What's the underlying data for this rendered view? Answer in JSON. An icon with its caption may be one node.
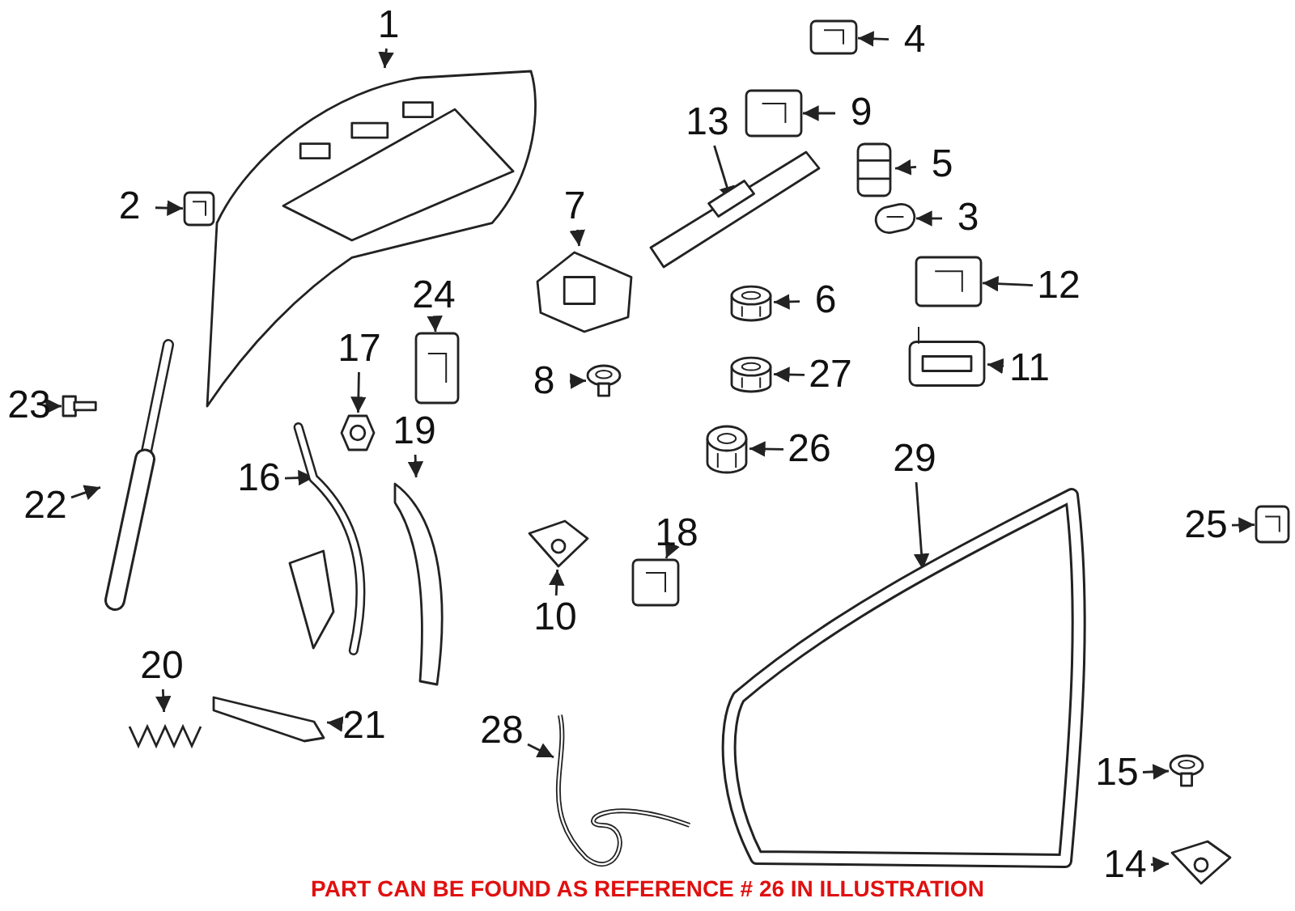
{
  "diagram": {
    "caption": "PART CAN BE FOUND AS REFERENCE # 26 IN ILLUSTRATION",
    "nodes": [
      {
        "text": [
          "1"
        ]
      },
      {
        "text": [
          "2"
        ]
      },
      {
        "text": [
          "3"
        ]
      },
      {
        "text": [
          "4"
        ]
      },
      {
        "text": [
          "5"
        ]
      },
      {
        "text": [
          "6"
        ]
      },
      {
        "text": [
          "7"
        ]
      },
      {
        "text": [
          "8"
        ]
      },
      {
        "text": [
          "9"
        ]
      },
      {
        "text": [
          "10"
        ]
      },
      {
        "text": [
          "11"
        ]
      },
      {
        "text": [
          "12"
        ]
      },
      {
        "text": [
          "13"
        ]
      },
      {
        "text": [
          "14"
        ]
      },
      {
        "text": [
          "15"
        ]
      },
      {
        "text": [
          "16"
        ]
      },
      {
        "text": [
          "17"
        ]
      },
      {
        "text": [
          "18"
        ]
      },
      {
        "text": [
          "19"
        ]
      },
      {
        "text": [
          "20"
        ]
      },
      {
        "text": [
          "21"
        ]
      },
      {
        "text": [
          "22"
        ]
      },
      {
        "text": [
          "23"
        ]
      },
      {
        "text": [
          "24"
        ]
      },
      {
        "text": [
          "25"
        ]
      },
      {
        "text": [
          "26"
        ]
      },
      {
        "text": [
          "27"
        ]
      },
      {
        "text": [
          "28"
        ]
      },
      {
        "text": [
          "29"
        ]
      },
      {
        "text": [],
        "shape": "picture"
      },
      {
        "text": [],
        "shape": "picture"
      },
      {
        "text": [],
        "shape": "picture"
      },
      {
        "text": [],
        "shape": "picture"
      },
      {
        "text": [],
        "shape": "picture"
      },
      {
        "text": [],
        "shape": "picture"
      },
      {
        "text": [],
        "shape": "picture"
      },
      {
        "text": [],
        "shape": "picture"
      },
      {
        "text": [],
        "shape": "picture"
      },
      {
        "text": [],
        "shape": "picture"
      },
      {
        "text": [],
        "shape": "picture"
      },
      {
        "text": [],
        "shape": "picture"
      },
      {
        "text": [],
        "shape": "picture"
      },
      {
        "text": [],
        "shape": "picture"
      },
      {
        "text": [],
        "shape": "picture"
      },
      {
        "text": [],
        "shape": "picture"
      },
      {
        "text": [],
        "shape": "picture"
      },
      {
        "text": [],
        "shape": "picture"
      },
      {
        "text": [],
        "shape": "picture"
      },
      {
        "text": [],
        "shape": "picture"
      },
      {
        "text": [],
        "shape": "picture"
      },
      {
        "text": [],
        "shape": "picture"
      },
      {
        "text": [],
        "shape": "picture"
      },
      {
        "text": [],
        "shape": "picture"
      },
      {
        "text": [],
        "shape": "picture"
      },
      {
        "text": [],
        "shape": "picture"
      },
      {
        "text": [],
        "shape": "picture"
      },
      {
        "text": [],
        "shape": "picture"
      },
      {
        "text": [],
        "shape": "picture"
      }
    ],
    "edges": [
      {
        "from": 0,
        "to": 29,
        "arrow": "to"
      },
      {
        "from": 1,
        "to": 30,
        "arrow": "to"
      },
      {
        "from": 2,
        "to": 31,
        "arrow": "to"
      },
      {
        "from": 3,
        "to": 32,
        "arrow": "to"
      },
      {
        "from": 4,
        "to": 33,
        "arrow": "to"
      },
      {
        "from": 5,
        "to": 34,
        "arrow": "to"
      },
      {
        "from": 6,
        "to": 35,
        "arrow": "to"
      },
      {
        "from": 7,
        "to": 36,
        "arrow": "to"
      },
      {
        "from": 8,
        "to": 37,
        "arrow": "to"
      },
      {
        "from": 9,
        "to": 38,
        "arrow": "to"
      },
      {
        "from": 10,
        "to": 39,
        "arrow": "to"
      },
      {
        "from": 11,
        "to": 40,
        "arrow": "to"
      },
      {
        "from": 12,
        "to": 41,
        "arrow": "to"
      },
      {
        "from": 13,
        "to": 42,
        "arrow": "to"
      },
      {
        "from": 14,
        "to": 43,
        "arrow": "to"
      },
      {
        "from": 15,
        "to": 44,
        "arrow": "to"
      },
      {
        "from": 16,
        "to": 45,
        "arrow": "to"
      },
      {
        "from": 17,
        "to": 46,
        "arrow": "to"
      },
      {
        "from": 18,
        "to": 47,
        "arrow": "to"
      },
      {
        "from": 19,
        "to": 48,
        "arrow": "to"
      },
      {
        "from": 20,
        "to": 49,
        "arrow": "to"
      },
      {
        "from": 21,
        "to": 50,
        "arrow": "to"
      },
      {
        "from": 22,
        "to": 51,
        "arrow": "to"
      },
      {
        "from": 23,
        "to": 52,
        "arrow": "to"
      },
      {
        "from": 24,
        "to": 53,
        "arrow": "to"
      },
      {
        "from": 25,
        "to": 54,
        "arrow": "to"
      },
      {
        "from": 26,
        "to": 55,
        "arrow": "to"
      },
      {
        "from": 27,
        "to": 56,
        "arrow": "to"
      },
      {
        "from": 28,
        "to": 57,
        "arrow": "to"
      }
    ]
  }
}
